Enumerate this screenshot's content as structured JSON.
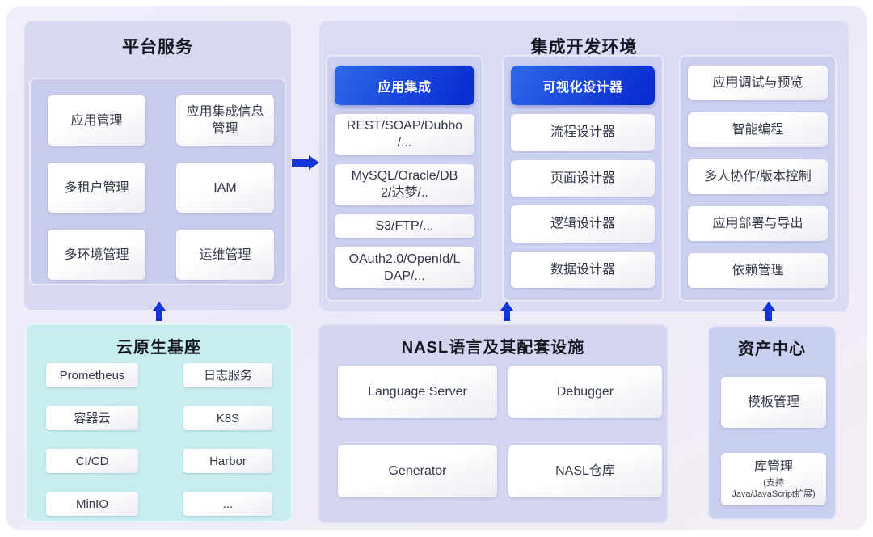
{
  "colors": {
    "arrow_blue": "#1335d5",
    "header_gradient_start": "#2e68ea",
    "header_gradient_end": "#0a2ed2",
    "section_purple": "#d8d9f3",
    "subpanel_purple": "#ccd0f0",
    "cloud_cyan": "#c7edf1",
    "title_text": "#14171f",
    "item_text": "#333949"
  },
  "sections": {
    "platform": {
      "title": "平台服务",
      "items": [
        "应用管理",
        "应用集成信息\n管理",
        "多租户管理",
        "IAM",
        "多环境管理",
        "运维管理"
      ]
    },
    "ide": {
      "title": "集成开发环境",
      "columns": [
        {
          "header": "应用集成",
          "items": [
            "REST/SOAP/Dubbo\n/...",
            "MySQL/Oracle/DB\n2/达梦/..",
            "S3/FTP/...",
            "OAuth2.0/OpenId/L\nDAP/..."
          ]
        },
        {
          "header": "可视化设计器",
          "items": [
            "流程设计器",
            "页面设计器",
            "逻辑设计器",
            "数据设计器"
          ]
        },
        {
          "items": [
            "应用调试与预览",
            "智能编程",
            "多人协作/版本控制",
            "应用部署与导出",
            "依赖管理"
          ]
        }
      ]
    },
    "cloud": {
      "title": "云原生基座",
      "items": [
        "Prometheus",
        "日志服务",
        "容器云",
        "K8S",
        "CI/CD",
        "Harbor",
        "MinIO",
        "..."
      ]
    },
    "nasl": {
      "title": "NASL语言及其配套设施",
      "items": [
        "Language Server",
        "Debugger",
        "Generator",
        "NASL仓库"
      ]
    },
    "assets": {
      "title": "资产中心",
      "items": [
        {
          "label": "模板管理",
          "note": ""
        },
        {
          "label": "库管理",
          "note": "(支持\nJava/JavaScript扩展)"
        }
      ]
    }
  }
}
